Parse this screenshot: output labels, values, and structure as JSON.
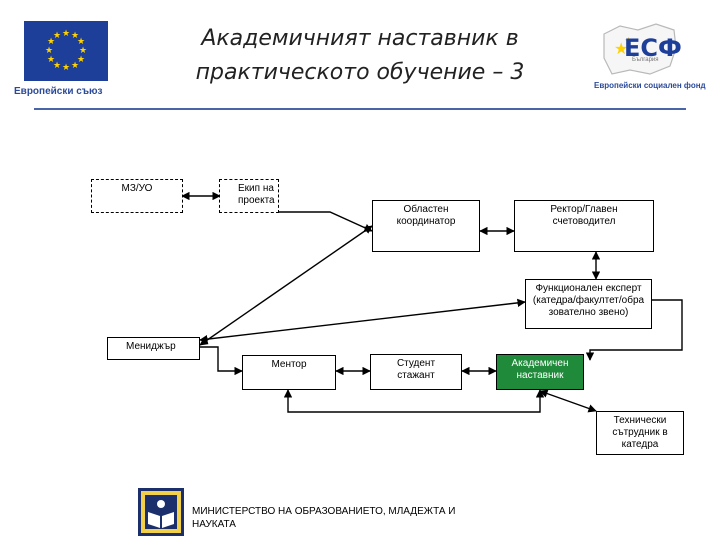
{
  "title": {
    "line1": "Академичният наставник в",
    "line2": "практическото обучение – 3"
  },
  "logos": {
    "eu_caption": "Европейски съюз",
    "esf_mark": "ЕСФ",
    "esf_country": "България",
    "esf_caption": "Европейски социален фонд",
    "ministry_name_line1": "МИНИСТЕРСТВО НА ОБРАЗОВАНИЕТО, МЛАДЕЖТА И",
    "ministry_name_line2": "НАУКАТА"
  },
  "nodes": {
    "mzuo": "МЗ/УО",
    "team_line1": "Екип на",
    "team_line2": "проекта",
    "regional_line1": "Областен",
    "regional_line2": "координатор",
    "rector_line1": "Ректор/Главен",
    "rector_line2": "счетоводител",
    "expert_line1": "Функционален експерт",
    "expert_line2": "(катедра/факултет/обра",
    "expert_line3": "зователно звено)",
    "manager": "Мениджър",
    "mentor": "Ментор",
    "student_line1": "Студент",
    "student_line2": "стажант",
    "academic_line1": "Академичен",
    "academic_line2": "наставник",
    "tech_line1": "Технически",
    "tech_line2": "сътрудник в",
    "tech_line3": "катедра"
  },
  "colors": {
    "eu_blue": "#1d3f9a",
    "eu_star": "#ffd200",
    "academic_green": "#1f8a3a",
    "rule_blue": "#4a64a8"
  }
}
